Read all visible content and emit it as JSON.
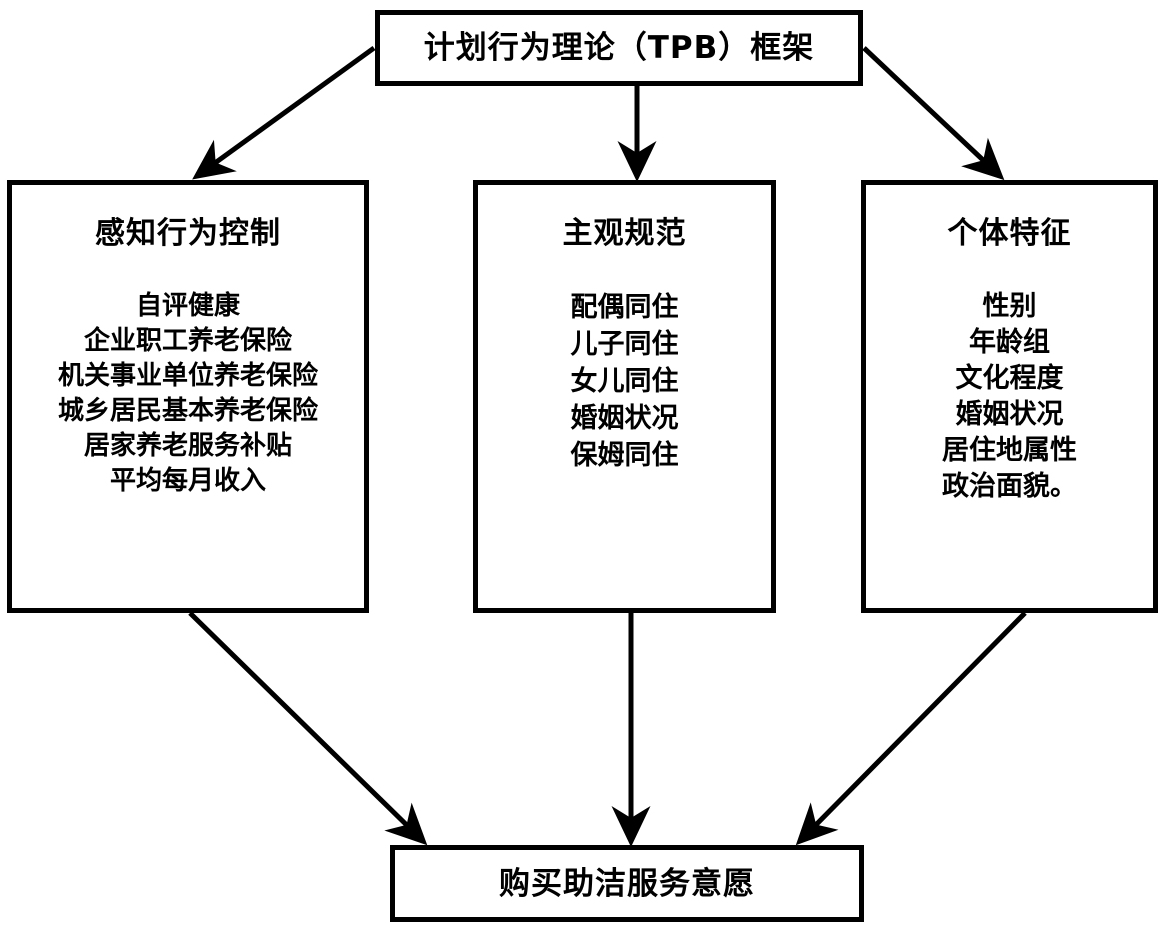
{
  "diagram": {
    "title": "计划行为理论（TPB）框架",
    "outcome": "购买助洁服务意愿",
    "line_color": "#000000",
    "background_color": "#ffffff",
    "nodes": {
      "root": {
        "label": "计划行为理论（TPB）框架"
      },
      "perceived_behavioral_control": {
        "label": "感知行为控制",
        "items": [
          "自评健康",
          "企业职工养老保险",
          "机关事业单位养老保险",
          "城乡居民基本养老保险",
          "居家养老服务补贴",
          "平均每月收入"
        ]
      },
      "subjective_norm": {
        "label": "主观规范",
        "items": [
          "配偶同住",
          "儿子同住",
          "女儿同住",
          "婚姻状况",
          "保姆同住"
        ]
      },
      "individual_characteristics": {
        "label": "个体特征",
        "items": [
          "性别",
          "年龄组",
          "文化程度",
          "婚姻状况",
          "居住地属性",
          "政治面貌。"
        ]
      },
      "outcome": {
        "label": "购买助洁服务意愿"
      }
    },
    "edges": [
      {
        "name": "root-to-pbc",
        "from": "root",
        "to": "perceived_behavioral_control"
      },
      {
        "name": "root-to-norm",
        "from": "root",
        "to": "subjective_norm"
      },
      {
        "name": "root-to-indiv",
        "from": "root",
        "to": "individual_characteristics"
      },
      {
        "name": "pbc-to-outcome",
        "from": "perceived_behavioral_control",
        "to": "outcome"
      },
      {
        "name": "norm-to-outcome",
        "from": "subjective_norm",
        "to": "outcome"
      },
      {
        "name": "indiv-to-outcome",
        "from": "individual_characteristics",
        "to": "outcome"
      }
    ]
  }
}
